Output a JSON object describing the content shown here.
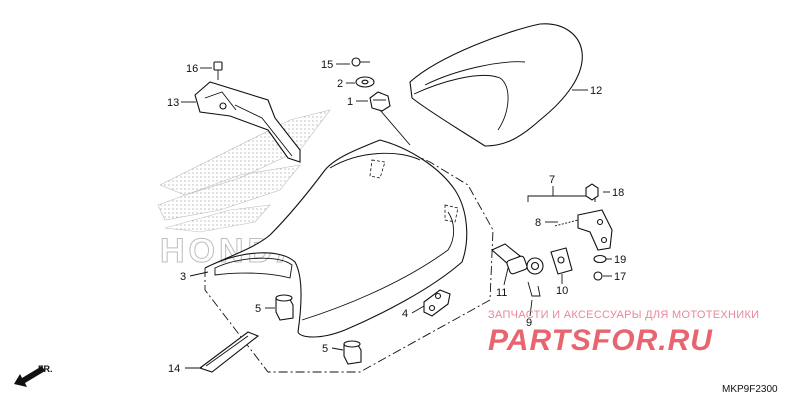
{
  "diagram": {
    "drawing_code": "MKP9F2300",
    "front_marker": "FR.",
    "background_logo": "HONDA",
    "watermark": {
      "tagline": "ЗАПЧАСТИ И АКСЕССУАРЫ ДЛЯ МОТОТЕХНИКИ",
      "logo": "PARTSFOR.RU"
    },
    "callouts": {
      "c1": "1",
      "c2": "2",
      "c3": "3",
      "c4": "4",
      "c5a": "5",
      "c5b": "5",
      "c7": "7",
      "c8": "8",
      "c9": "9",
      "c10": "10",
      "c11": "11",
      "c12": "12",
      "c13": "13",
      "c14": "14",
      "c15": "15",
      "c16": "16",
      "c17": "17",
      "c18": "18",
      "c19": "19"
    }
  }
}
